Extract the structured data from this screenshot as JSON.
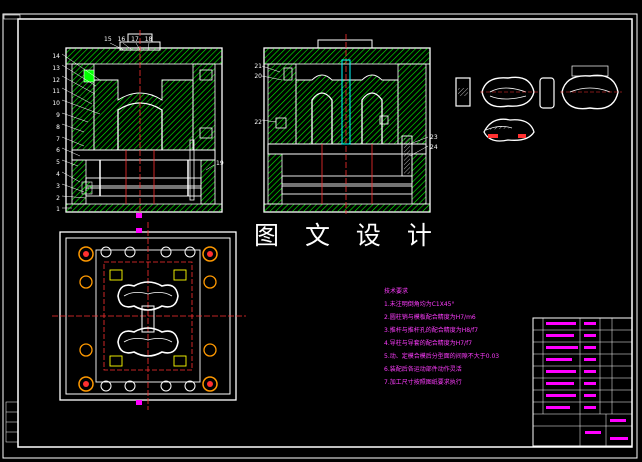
{
  "watermark": "图 文 设 计",
  "notes": {
    "title": "技术要求",
    "items": [
      "1.未注明倒角均为C1X45°",
      "2.圆柱销与模板配合精度为H7/m6",
      "3.推杆与推杆孔的配合精度为H8/f7",
      "4.导柱与导套的配合精度为H7/f7",
      "5.动、定模合模后分型面的间隙不大于0.03",
      "6.装配后各运动部件动作灵活",
      "7.加工尺寸按照图纸要求执行"
    ]
  },
  "callouts": {
    "top": [
      "15",
      "16",
      "17",
      "18"
    ],
    "left": [
      "14",
      "13",
      "12",
      "11",
      "10",
      "9",
      "8",
      "7",
      "6",
      "5",
      "4",
      "3",
      "2",
      "1"
    ],
    "right_front": [
      "19"
    ],
    "side_left": [
      "21",
      "20",
      "22"
    ],
    "side_right": [
      "23",
      "24"
    ]
  },
  "colors": {
    "background": "#000000",
    "line": "#ffffff",
    "accent_magenta": "#ff00ff",
    "accent_green": "#00ff00",
    "accent_red": "#ff3030",
    "accent_yellow": "#ffff00",
    "accent_cyan": "#00ffff",
    "accent_orange": "#ff9900"
  }
}
